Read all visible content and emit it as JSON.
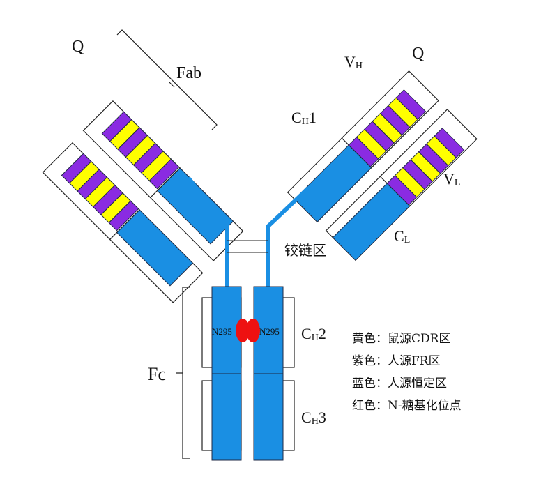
{
  "diagram": {
    "labels": {
      "q_left": "Q",
      "fab": "Fab",
      "vh_main": "V",
      "vh_sub": "H",
      "q_right": "Q",
      "ch1_main": "C",
      "ch1_sub": "H",
      "ch1_num": "1",
      "vl_main": "V",
      "vl_sub": "L",
      "cl_main": "C",
      "cl_sub": "L",
      "hinge": "铰链区",
      "fc": "Fc",
      "n295_left": "N295",
      "n295_right": "N295",
      "ch2_main": "C",
      "ch2_sub": "H",
      "ch2_num": "2",
      "ch3_main": "C",
      "ch3_sub": "H",
      "ch3_num": "3"
    },
    "colors": {
      "constant_blue": "#1a8fe3",
      "cdr_yellow": "#ffff00",
      "fr_purple": "#8a2be2",
      "glyco_red": "#ee1111",
      "outline": "#1f2a44"
    },
    "legend": [
      "黄色：鼠源CDR区",
      "紫色：人源FR区",
      "蓝色：人源恒定区",
      "红色：N-糖基化位点"
    ]
  }
}
